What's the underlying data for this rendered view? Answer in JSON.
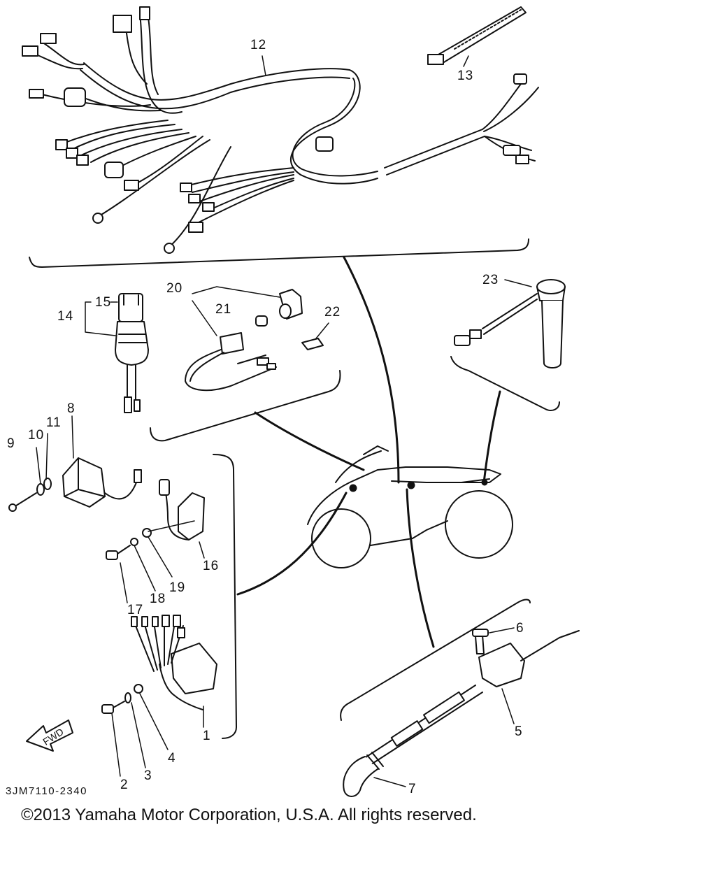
{
  "callouts": {
    "c1": "1",
    "c2": "2",
    "c3": "3",
    "c4": "4",
    "c5": "5",
    "c6": "6",
    "c7": "7",
    "c8": "8",
    "c9": "9",
    "c10": "10",
    "c11": "11",
    "c12": "12",
    "c13": "13",
    "c14": "14",
    "c15": "15",
    "c16": "16",
    "c17": "17",
    "c18": "18",
    "c19": "19",
    "c20": "20",
    "c21": "21",
    "c22": "22",
    "c23": "23"
  },
  "fwd_label": "FWD",
  "diagram_code": "3JM7110-2340",
  "copyright": "©2013 Yamaha Motor Corporation, U.S.A. All rights reserved."
}
